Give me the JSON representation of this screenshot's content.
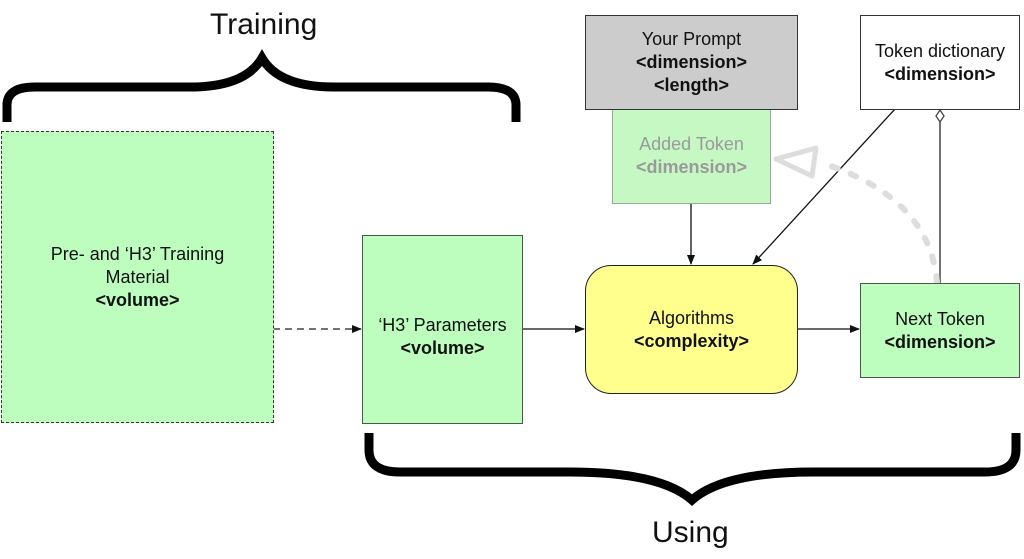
{
  "diagram": {
    "brace_labels": {
      "training": "Training",
      "using": "Using"
    },
    "nodes": {
      "training_material": {
        "line1": "Pre- and ‘H3’ Training",
        "line2": "Material",
        "attribute": "<volume>"
      },
      "parameters": {
        "line1": "‘H3’ Parameters",
        "attribute": "<volume>"
      },
      "prompt": {
        "line1": "Your Prompt",
        "attribute1": "<dimension>",
        "attribute2": "<length>"
      },
      "added_token": {
        "line1": "Added Token",
        "attribute": "<dimension>"
      },
      "algorithms": {
        "line1": "Algorithms",
        "attribute": "<complexity>"
      },
      "next_token": {
        "line1": "Next Token",
        "attribute": "<dimension>"
      },
      "token_dictionary": {
        "line1": "Token dictionary",
        "attribute": "<dimension>"
      }
    },
    "edges": [
      {
        "from": "training_material",
        "to": "parameters",
        "style": "dashed"
      },
      {
        "from": "parameters",
        "to": "algorithms",
        "style": "solid"
      },
      {
        "from": "added_token",
        "to": "algorithms",
        "style": "solid"
      },
      {
        "from": "token_dictionary",
        "to": "algorithms",
        "style": "solid"
      },
      {
        "from": "algorithms",
        "to": "next_token",
        "style": "solid"
      },
      {
        "from": "next_token",
        "to": "token_dictionary",
        "style": "aggregation"
      },
      {
        "from": "next_token",
        "to": "added_token",
        "style": "faded-dashed-curve"
      }
    ],
    "colors": {
      "green_fill": "#bdfdbe",
      "yellow_fill": "#ffff8e",
      "gray_fill": "#cccccc",
      "faded_text": "#9a9a9a",
      "faded_curve": "#dddddd"
    }
  }
}
